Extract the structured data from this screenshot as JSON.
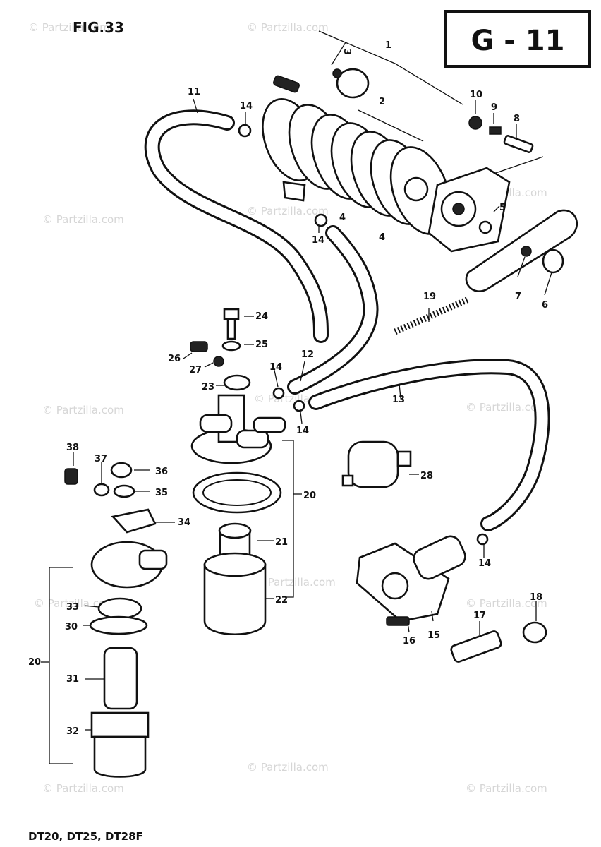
{
  "figure": {
    "fig_label": "FIG.33",
    "group_code": "G - 11",
    "models": "DT20, DT25, DT28F"
  },
  "watermark": "© Partzilla.com",
  "callouts": {
    "c1": "1",
    "c2": "2",
    "c3": "3",
    "c4a": "4",
    "c4b": "4",
    "c5": "5",
    "c6": "6",
    "c7": "7",
    "c8": "8",
    "c9": "9",
    "c10": "10",
    "c11": "11",
    "c12": "12",
    "c13": "13",
    "c14a": "14",
    "c14b": "14",
    "c14c": "14",
    "c14d": "14",
    "c14e": "14",
    "c15": "15",
    "c16": "16",
    "c17": "17",
    "c18": "18",
    "c19": "19",
    "c20a": "20",
    "c20b": "20",
    "c21": "21",
    "c22": "22",
    "c23": "23",
    "c24": "24",
    "c25": "25",
    "c26": "26",
    "c27": "27",
    "c28": "28",
    "c30": "30",
    "c31": "31",
    "c32": "32",
    "c33": "33",
    "c34": "34",
    "c35": "35",
    "c36": "36",
    "c37": "37",
    "c38": "38"
  }
}
